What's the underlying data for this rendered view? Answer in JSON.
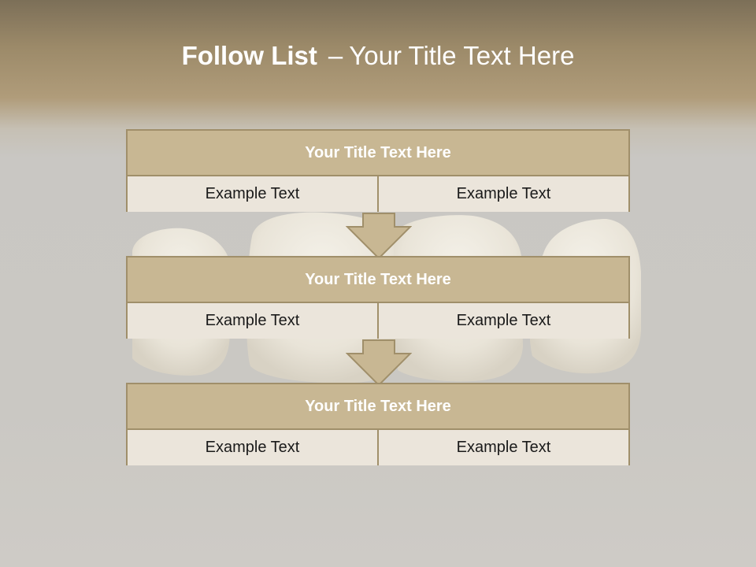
{
  "header": {
    "title_bold": "Follow List",
    "title_separator": "–",
    "title_rest": "Your Title Text Here"
  },
  "blocks": [
    {
      "title": "Your Title Text Here",
      "left": "Example Text",
      "right": "Example Text"
    },
    {
      "title": "Your Title Text Here",
      "left": "Example Text",
      "right": "Example Text"
    },
    {
      "title": "Your Title Text Here",
      "left": "Example Text",
      "right": "Example Text"
    }
  ],
  "colors": {
    "header_fill": "#c8b793",
    "border": "#a08f6a",
    "cell_fill": "#ebe5db",
    "arrow_fill": "#c8b793"
  },
  "icons": [
    "down-arrow-icon",
    "teeth-illustration"
  ]
}
